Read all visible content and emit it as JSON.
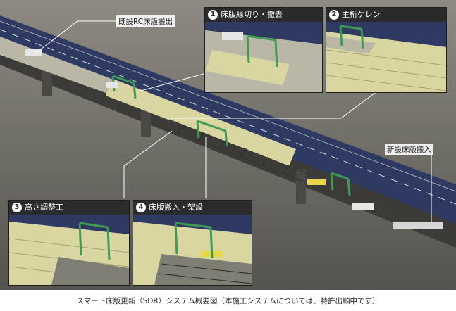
{
  "labels": {
    "existing_slab_removal": "既設RC床版搬出",
    "new_slab_delivery": "新設床版搬入"
  },
  "steps": [
    {
      "number": "1",
      "title": "床版縁切り・撤去"
    },
    {
      "number": "2",
      "title": "主桁ケレン"
    },
    {
      "number": "3",
      "title": "高さ調整工"
    },
    {
      "number": "4",
      "title": "床版搬入・架設"
    }
  ],
  "caption": "スマート床版更新（SDR）システム概要図（本施工システムについては、特許出願中です）",
  "colors": {
    "background": "#5f5d58",
    "road": "#2f3a63",
    "deck": "#b9b7a6",
    "girder_deck": "#d9d6a2",
    "machine": "#3f9a55",
    "panel_header": "#2b2b2b"
  }
}
